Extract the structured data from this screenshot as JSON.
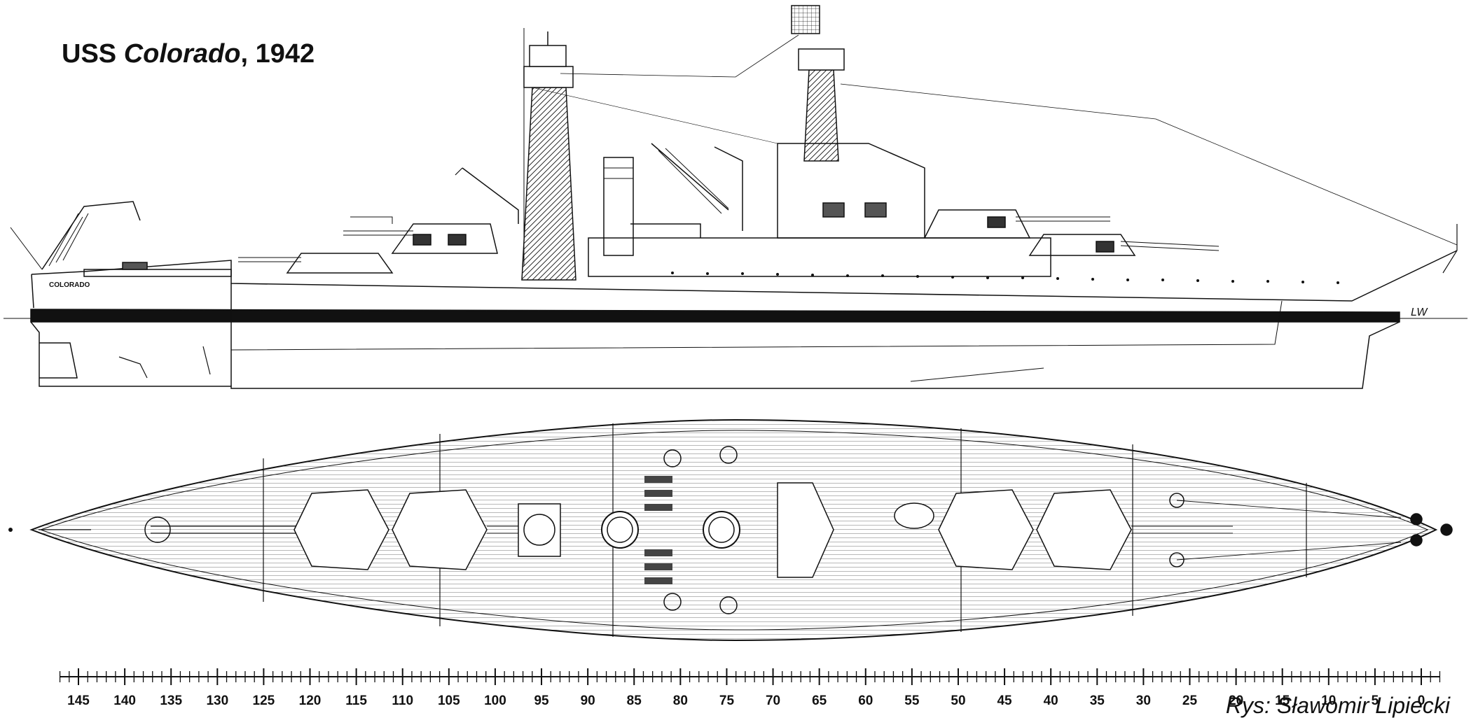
{
  "title": {
    "prefix": "USS ",
    "ship_name": "Colorado",
    "suffix": ", 1942"
  },
  "hull_lettering": "COLORADO",
  "waterline_label": "LW",
  "credit": "Rys: Sławomir Lipiecki",
  "scale": {
    "labels": [
      "145",
      "140",
      "135",
      "130",
      "125",
      "120",
      "115",
      "110",
      "105",
      "100",
      "95",
      "90",
      "85",
      "80",
      "75",
      "70",
      "65",
      "60",
      "55",
      "50",
      "45",
      "40",
      "35",
      "30",
      "25",
      "20",
      "15",
      "10",
      "5",
      "0"
    ],
    "range": [
      147,
      -2
    ],
    "major_step": 5,
    "minor_step": 1
  },
  "views": [
    "side-profile",
    "deck-plan"
  ]
}
